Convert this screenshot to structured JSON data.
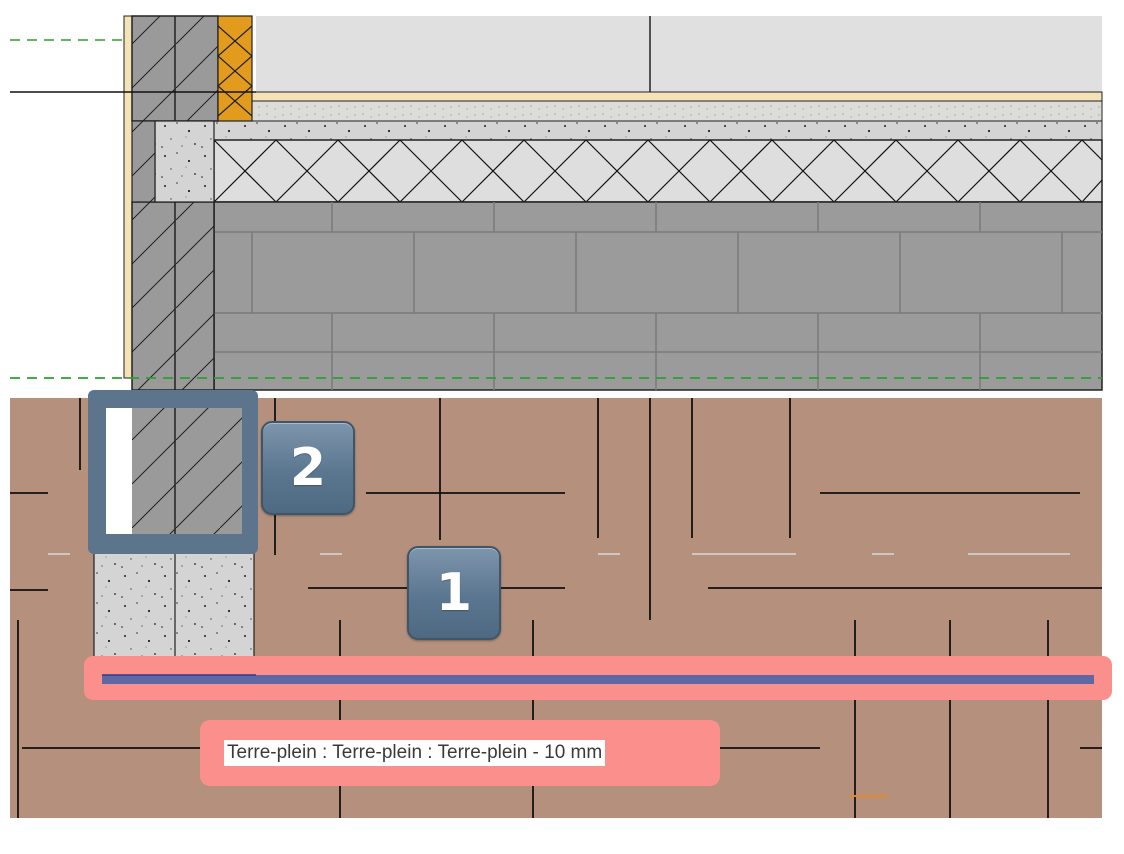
{
  "markers": {
    "one": "1",
    "two": "2"
  },
  "tooltip": {
    "text": "Terre-plein : Terre-plein : Terre-plein - 10 mm"
  },
  "colors": {
    "soil": "#b5917d",
    "masonry": "#9b9b9b",
    "concrete": "#d8d8d8",
    "insulation": "#e39b1e",
    "highlight": "#fa8f8b",
    "selected_element": "#5e68a5",
    "level_line": "#2e9e2e",
    "marker_fill": "#5b7690"
  }
}
